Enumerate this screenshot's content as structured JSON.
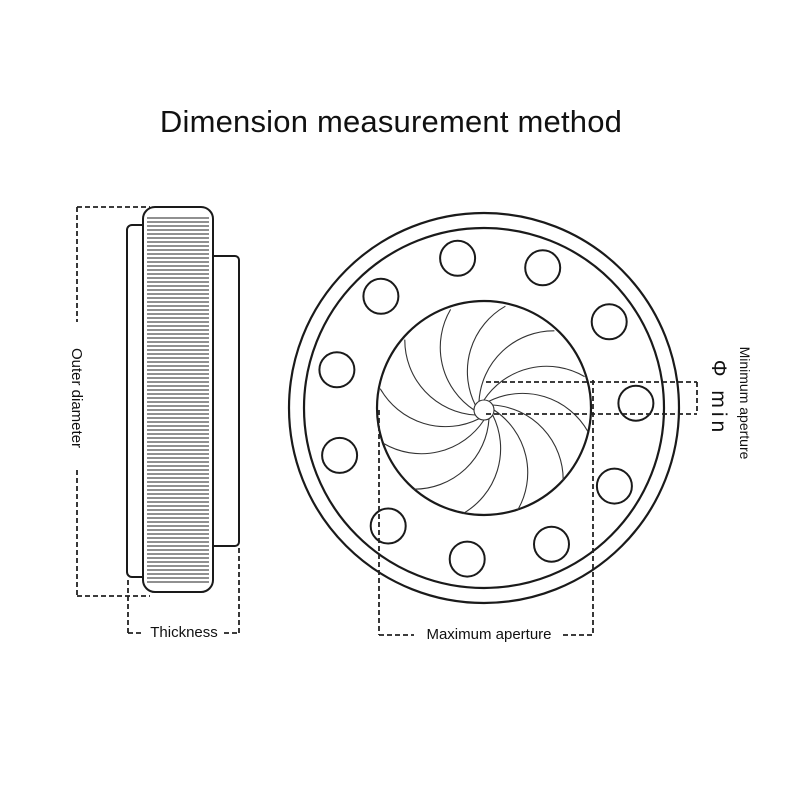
{
  "title": "Dimension measurement method",
  "labels": {
    "outer_diameter": "Outer diameter",
    "thickness": "Thickness",
    "maximum_aperture": "Maximum aperture",
    "minimum_aperture": "Minimum aperture",
    "phi_min": "Φ min"
  },
  "colors": {
    "line": "#1a1a1a",
    "background": "#ffffff"
  },
  "iris_blade_count": 12,
  "mount_hole_count": 11
}
